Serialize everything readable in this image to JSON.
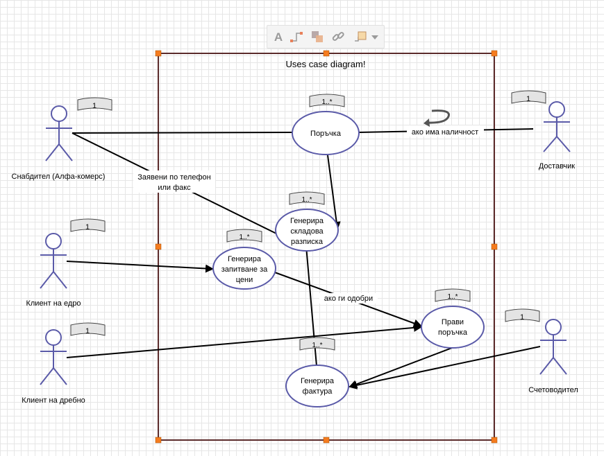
{
  "diagram": {
    "title": "Uses case diagram!",
    "actors": {
      "snabditel": "Снабдител (Алфа-комерс)",
      "dostavchik": "Доставчик",
      "klient_edro": "Клиент на едро",
      "klient_drebno": "Клиент на дребно",
      "schetovoditel": "Счетоводител"
    },
    "usecases": {
      "porachka_l1": "Поръчка",
      "sklad_l1": "Генерира",
      "sklad_l2": "складова",
      "sklad_l3": "разписка",
      "zapitvane_l1": "Генерира",
      "zapitvane_l2": "запитване за",
      "zapitvane_l3": "цени",
      "pravi_l1": "Прави",
      "pravi_l2": "поръчка",
      "faktura_l1": "Генерира",
      "faktura_l2": "фактура"
    },
    "labels": {
      "nalichnost": "ако има наличност",
      "telefon_l1": "Заявени по телефон",
      "telefon_l2": "или факс",
      "odobri": "ако ги одобри"
    },
    "multiplicities": {
      "one": "1",
      "many": "1..*"
    }
  },
  "toolbar": {
    "icons": [
      "text-icon",
      "connector-icon",
      "arrange-icon",
      "link-icon",
      "shape-icon",
      "dropdown-arrow-icon"
    ]
  },
  "colors": {
    "actor": "#5a5aa8",
    "usecase_border": "#5a5aa8",
    "boundary": "#5b2a2a",
    "handle": "#f57c1f",
    "line": "#000000"
  }
}
